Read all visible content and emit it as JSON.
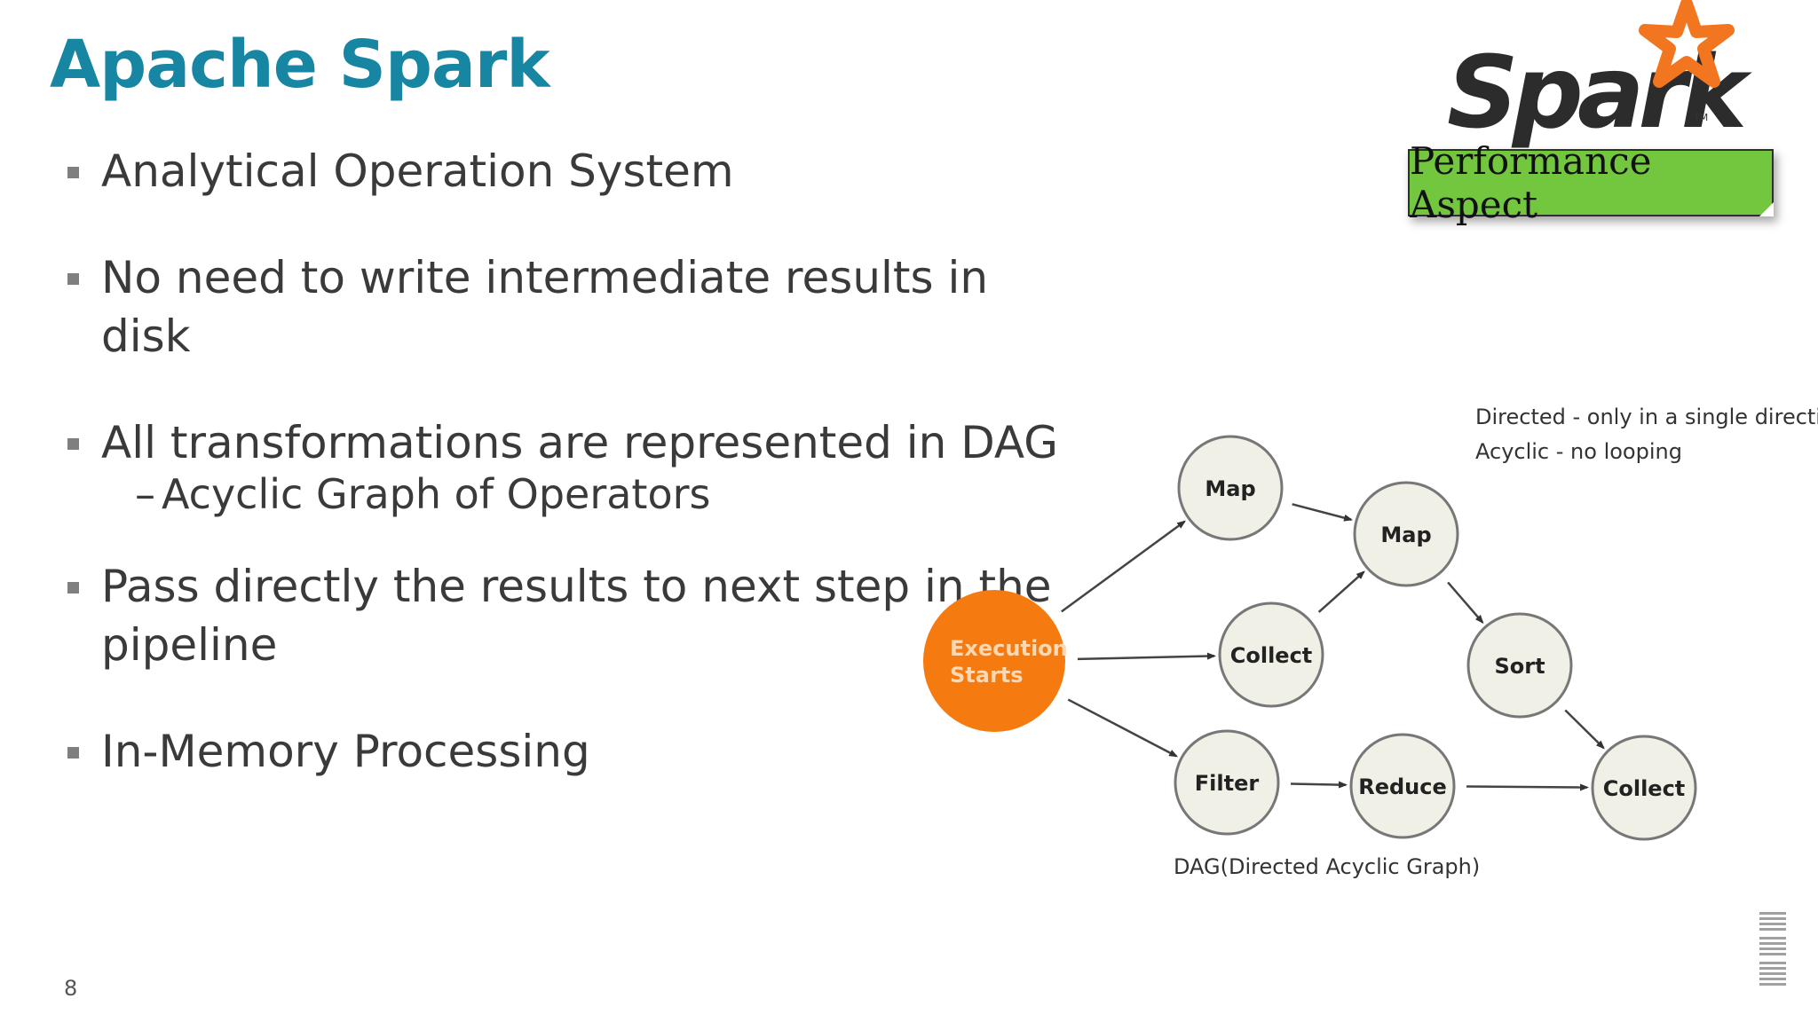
{
  "title": "Apache Spark",
  "slide_number": "8",
  "logo": {
    "wordmark": "Spark",
    "tm": "TM",
    "badge": "Performance Aspect"
  },
  "bullets": [
    {
      "text": "Analytical Operation System"
    },
    {
      "text": "No need to write intermediate results in disk"
    },
    {
      "text": "All transformations are represented in DAG",
      "sub": "Acyclic Graph of Operators"
    },
    {
      "text": "Pass directly the results to next step in the pipeline"
    },
    {
      "text": "In-Memory Processing"
    }
  ],
  "diagram": {
    "notes": [
      "Directed - only in a single direction",
      "Acyclic - no looping"
    ],
    "caption": "DAG(Directed Acyclic Graph)",
    "nodes": [
      {
        "id": "start",
        "label_lines": [
          "Execution",
          "Starts"
        ],
        "color": "#f57a10"
      },
      {
        "id": "map1",
        "label": "Map"
      },
      {
        "id": "map2",
        "label": "Map"
      },
      {
        "id": "collect1",
        "label": "Collect"
      },
      {
        "id": "sort",
        "label": "Sort"
      },
      {
        "id": "filter",
        "label": "Filter"
      },
      {
        "id": "reduce",
        "label": "Reduce"
      },
      {
        "id": "collect2",
        "label": "Collect"
      }
    ],
    "edges": [
      [
        "start",
        "map1"
      ],
      [
        "start",
        "collect1"
      ],
      [
        "start",
        "filter"
      ],
      [
        "map1",
        "map2"
      ],
      [
        "collect1",
        "map2"
      ],
      [
        "map2",
        "sort"
      ],
      [
        "sort",
        "collect2"
      ],
      [
        "filter",
        "reduce"
      ],
      [
        "reduce",
        "collect2"
      ]
    ]
  },
  "colors": {
    "title": "#1686a3",
    "badge": "#72c73e",
    "node_fill": "#f0f0e6",
    "node_stroke": "#777777",
    "start_node": "#f57a10"
  },
  "icons": [
    "spark-star-icon",
    "ibm-logo-icon"
  ]
}
